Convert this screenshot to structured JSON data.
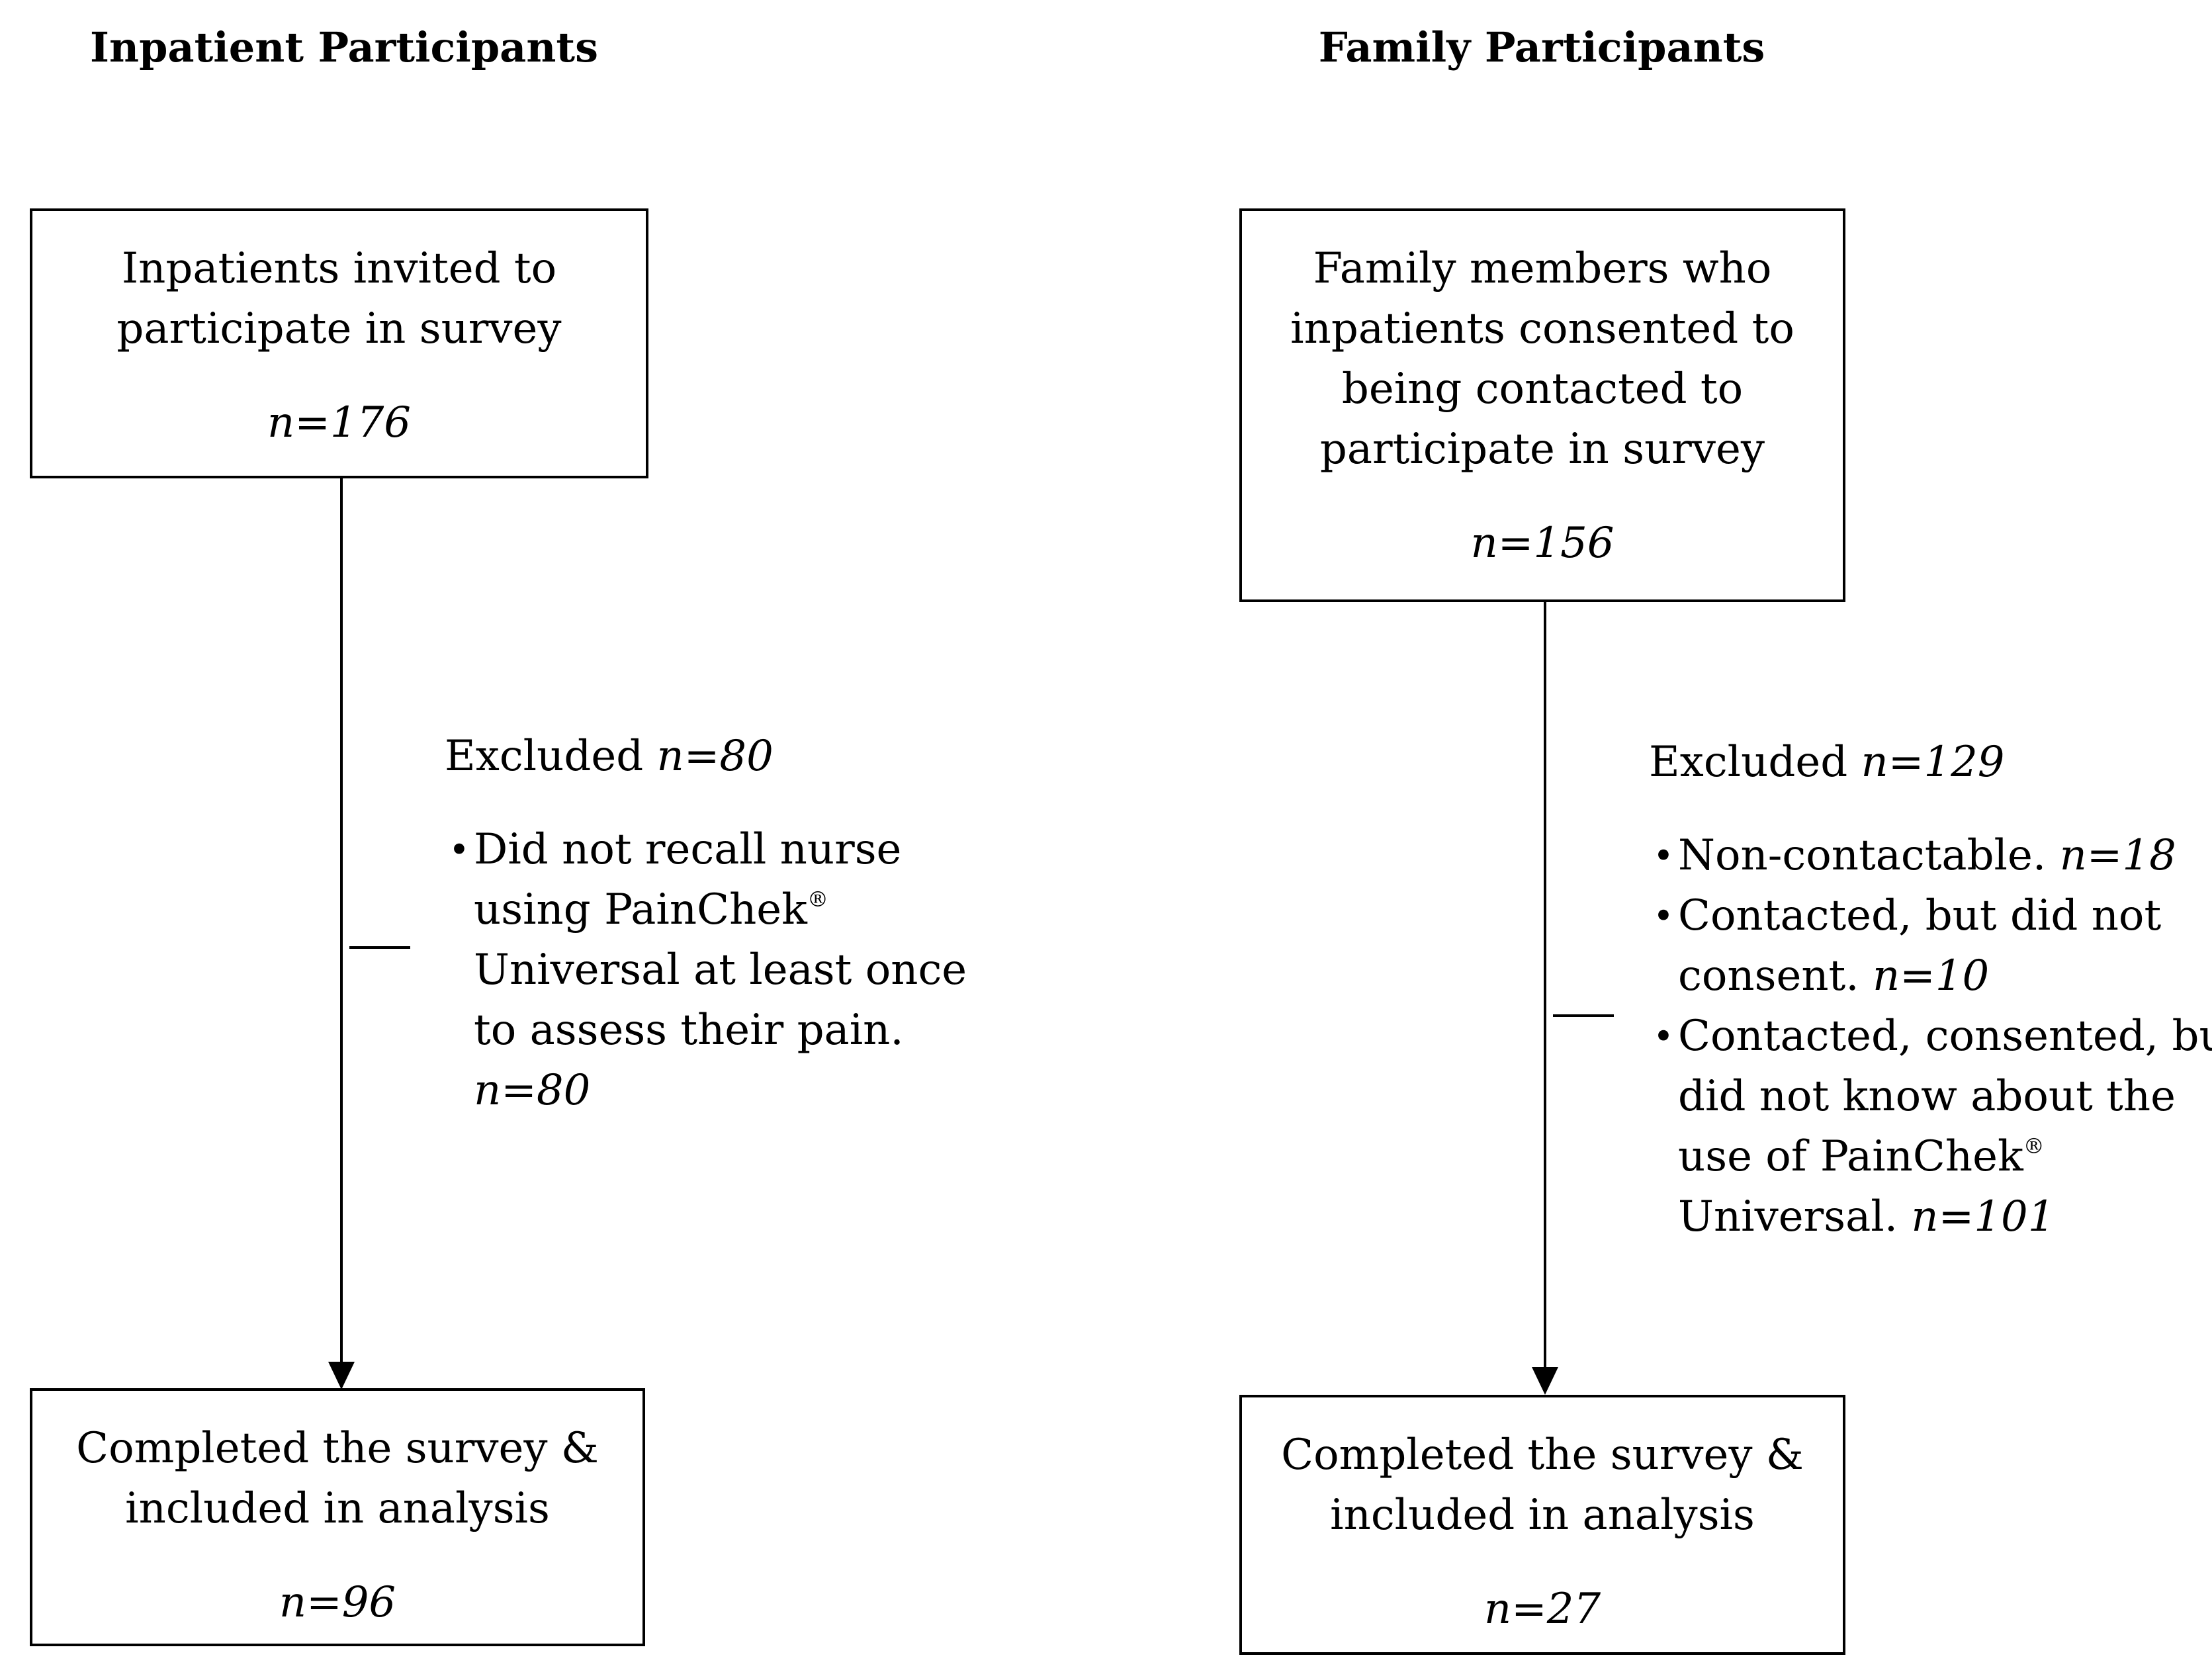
{
  "left": {
    "heading": "Inpatient Participants",
    "top_box": {
      "lines": [
        "Inpatients invited to",
        "participate in survey"
      ],
      "count": "n=176"
    },
    "excluded": {
      "label": "Excluded",
      "count": "n=80",
      "items": [
        {
          "lines": [
            "Did not recall nurse",
            "using PainChek",
            "Universal at least once",
            "to assess their pain."
          ],
          "mark": "®",
          "count": "n=80"
        }
      ]
    },
    "bottom_box": {
      "lines": [
        "Completed the survey &",
        "included in analysis"
      ],
      "count": "n=96"
    }
  },
  "right": {
    "heading": "Family Participants",
    "top_box": {
      "lines": [
        "Family members who",
        "inpatients consented to",
        "being contacted to",
        "participate in survey"
      ],
      "count": "n=156"
    },
    "excluded": {
      "label": "Excluded",
      "count": "n=129",
      "items": [
        {
          "text": "Non-contactable.",
          "count": "n=18"
        },
        {
          "lines": [
            "Contacted, but did not",
            "consent."
          ],
          "count": "n=10"
        },
        {
          "lines": [
            "Contacted, consented, but",
            "did not know about the",
            "use of PainChek",
            "Universal."
          ],
          "mark": "®",
          "count": "n=101"
        }
      ]
    },
    "bottom_box": {
      "lines": [
        "Completed the survey &",
        "included in analysis"
      ],
      "count": "n=27"
    }
  }
}
